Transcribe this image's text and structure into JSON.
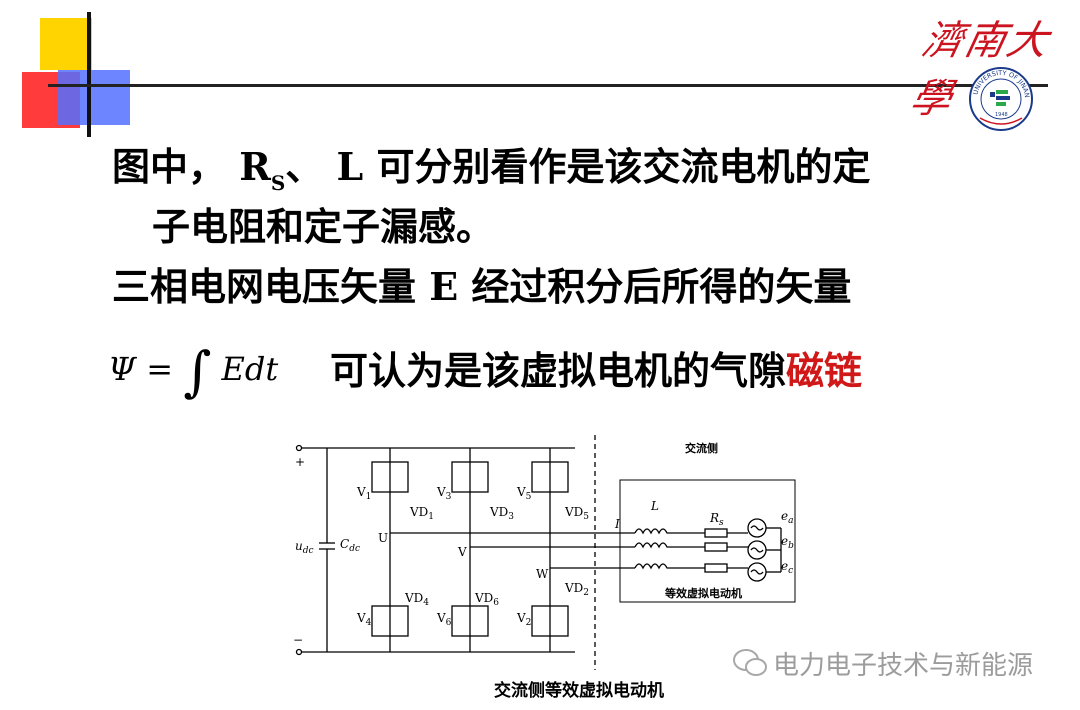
{
  "header": {
    "university_name": "濟南大學",
    "emblem_text": "UNIVERSITY OF JINAN",
    "emblem_year": "1948"
  },
  "text": {
    "line1_a": "图中，",
    "line1_r": "R",
    "line1_s": "S",
    "line1_b": "、 L 可分别看作是该交流电机的定",
    "line2": "子电阻和定子漏感。",
    "line3": "三相电网电压矢量 E 经过积分后所得的矢量",
    "formula": "Ψ = ∫ Edt",
    "line4_a": "可认为是该虚拟电机的气隙",
    "line4_b": "磁链"
  },
  "circuit": {
    "ac_side": "交流侧",
    "virtual_motor": "等效虚拟电动机",
    "caption": "交流侧等效虚拟电动机",
    "labels": {
      "plus": "+",
      "minus": "−",
      "udc": "u",
      "udc_sub": "dc",
      "cdc": "C",
      "cdc_sub": "dc",
      "V1": "V",
      "V1s": "1",
      "V3": "V",
      "V3s": "3",
      "V5": "V",
      "V5s": "5",
      "V4": "V",
      "V4s": "4",
      "V6": "V",
      "V6s": "6",
      "V2": "V",
      "V2s": "2",
      "VD1": "VD",
      "VD1s": "1",
      "VD3": "VD",
      "VD3s": "3",
      "VD5": "VD",
      "VD5s": "5",
      "VD4": "VD",
      "VD4s": "4",
      "VD6": "VD",
      "VD6s": "6",
      "VD2": "VD",
      "VD2s": "2",
      "U": "U",
      "Vn": "V",
      "W": "W",
      "I": "I",
      "L": "L",
      "Rs": "R",
      "Rs_sub": "s",
      "ea": "e",
      "ea_sub": "a",
      "eb": "e",
      "eb_sub": "b",
      "ec": "e",
      "ec_sub": "c"
    }
  },
  "watermark": "电力电子技术与新能源",
  "colors": {
    "accent_red": "#d01818",
    "logo_red": "#cc1420"
  }
}
